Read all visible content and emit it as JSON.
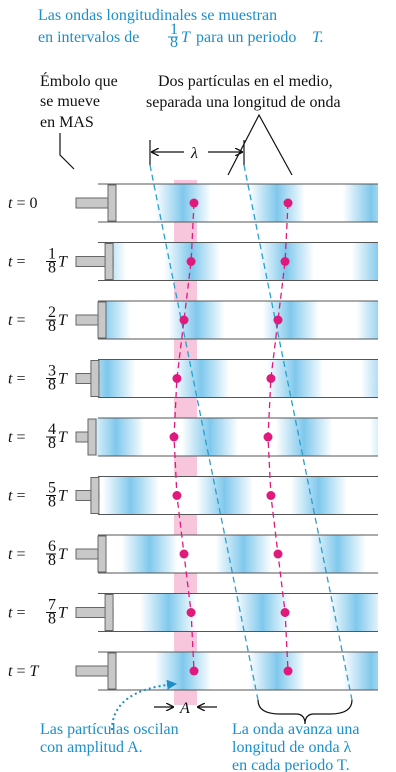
{
  "caption_top": {
    "line1": "Las ondas longitudinales se muestran",
    "line2_pre": "en intervalos de",
    "frac_num": "1",
    "frac_den": "8",
    "line2_T": "T",
    "line2_post": "para un periodo",
    "line2_T2": "T."
  },
  "piston_label": [
    "Émbolo que",
    "se mueve",
    "en MAS"
  ],
  "particles_label": [
    "Dos partículas en el medio,",
    "separada una longitud de onda"
  ],
  "lambda_symbol": "λ",
  "amplitude_symbol": "A",
  "rows": [
    {
      "prefix": "t = ",
      "label": "0",
      "fraction": false,
      "phase": 0
    },
    {
      "prefix": "t = ",
      "num": "1",
      "den": "8",
      "suffix": "T",
      "fraction": true,
      "phase": 0.125
    },
    {
      "prefix": "t = ",
      "num": "2",
      "den": "8",
      "suffix": "T",
      "fraction": true,
      "phase": 0.25
    },
    {
      "prefix": "t = ",
      "num": "3",
      "den": "8",
      "suffix": "T",
      "fraction": true,
      "phase": 0.375
    },
    {
      "prefix": "t = ",
      "num": "4",
      "den": "8",
      "suffix": "T",
      "fraction": true,
      "phase": 0.5
    },
    {
      "prefix": "t = ",
      "num": "5",
      "den": "8",
      "suffix": "T",
      "fraction": true,
      "phase": 0.625
    },
    {
      "prefix": "t = ",
      "num": "6",
      "den": "8",
      "suffix": "T",
      "fraction": true,
      "phase": 0.75
    },
    {
      "prefix": "t = ",
      "num": "7",
      "den": "8",
      "suffix": "T",
      "fraction": true,
      "phase": 0.875
    },
    {
      "prefix": "t = ",
      "label": "T",
      "fraction": false,
      "phase": 1
    }
  ],
  "caption_bottom_left": [
    "Las partículas oscilan",
    "con amplitud A."
  ],
  "caption_bottom_right": [
    "La onda avanza una",
    "longitud de onda λ",
    "en cada periodo T."
  ],
  "colors": {
    "caption": "#1a8fc9",
    "tube_blue": "#7fc8ec",
    "particle": "#e0197d",
    "band": "#f7c6dc",
    "piston": "#c8c8c8",
    "dashed_line": "#2a9fd0"
  }
}
